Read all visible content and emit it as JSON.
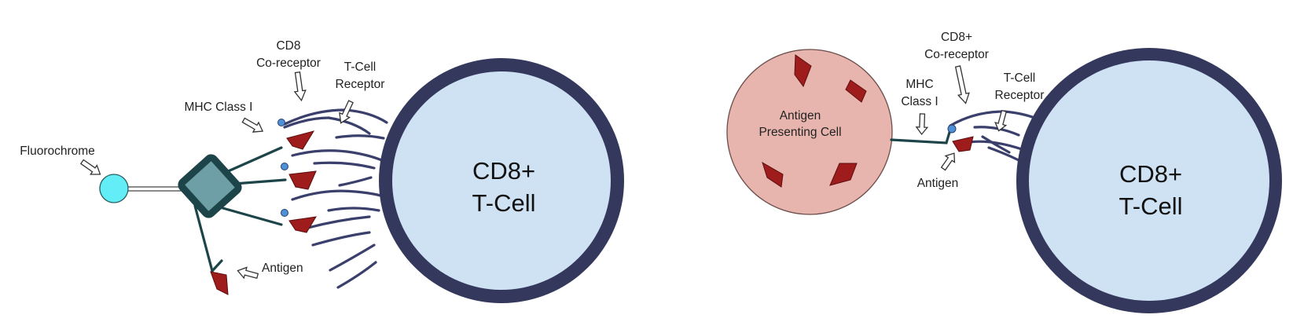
{
  "left_panel": {
    "labels": {
      "fluorochrome": "Fluorochrome",
      "mhc_class_i": "MHC Class I",
      "cd8_line1": "CD8",
      "cd8_line2": "Co-receptor",
      "tcr_line1": "T-Cell",
      "tcr_line2": "Receptor",
      "antigen": "Antigen",
      "cell_line1": "CD8+",
      "cell_line2": "T-Cell"
    }
  },
  "right_panel": {
    "labels": {
      "apc_line1": "Antigen",
      "apc_line2": "Presenting Cell",
      "mhc_line1": "MHC",
      "mhc_line2": "Class I",
      "cd8_line1": "CD8+",
      "cd8_line2": "Co-receptor",
      "tcr_line1": "T-Cell",
      "tcr_line2": "Receptor",
      "antigen": "Antigen",
      "cell_line1": "CD8+",
      "cell_line2": "T-Cell"
    }
  },
  "colors": {
    "t_cell_fill": "#cfe2f3",
    "t_cell_ring": "#34385c",
    "receptor": "#3a3f6b",
    "antigen": "#9e1c1c",
    "mhc_tetramer": "#6e9fa6",
    "mhc_border": "#1d4549",
    "fluorochrome": "#63eef7",
    "apc_fill": "#e8b5ae",
    "coreceptor_dot": "#4f8fd6"
  }
}
